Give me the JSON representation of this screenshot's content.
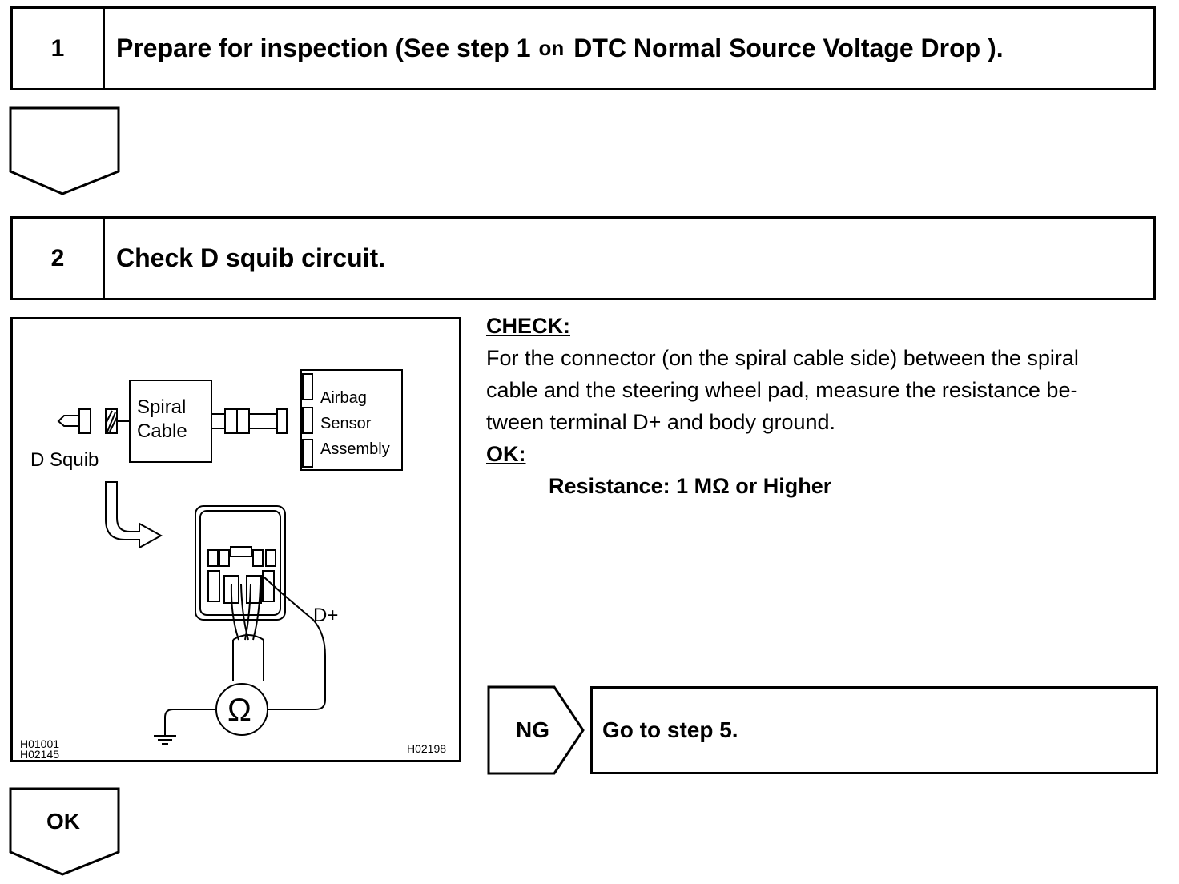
{
  "step1": {
    "number": "1",
    "title_a": "Prepare for inspection (See step 1",
    "title_on": "on",
    "title_b": "DTC Normal Source Voltage Drop )."
  },
  "step2": {
    "number": "2",
    "title": "Check D squib circuit."
  },
  "figure": {
    "d_squib": "D Squib",
    "spiral": "Spiral",
    "cable": "Cable",
    "airbag": "Airbag",
    "sensor": "Sensor",
    "assembly": "Assembly",
    "d_plus": "D+",
    "ohm": "Ω",
    "code_left_1": "H01001",
    "code_left_2": "H02145",
    "code_right": "H02198"
  },
  "check": {
    "heading": "CHECK:",
    "line1": "For the connector (on the spiral cable side) between the spiral",
    "line2": "cable and the steering wheel pad, measure the resistance be-",
    "line3": "tween terminal D+ and body ground.",
    "ok_heading": "OK:",
    "spec": "Resistance: 1 MΩ or Higher"
  },
  "ng_branch": {
    "label": "NG",
    "action": "Go to step 5."
  },
  "ok_branch": {
    "label": "OK"
  }
}
